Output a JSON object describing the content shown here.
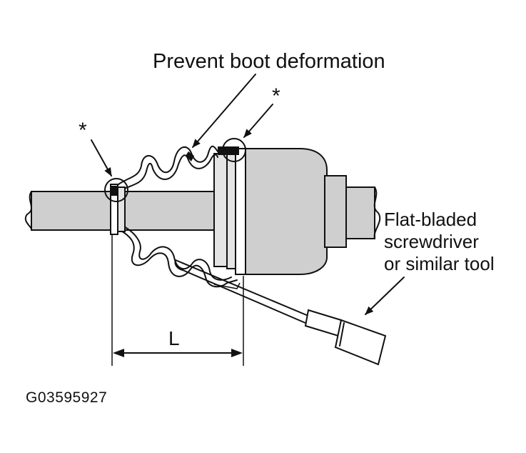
{
  "labels": {
    "title": "Prevent boot deformation",
    "tool_line1": "Flat-bladed",
    "tool_line2": "screwdriver",
    "tool_line3": "or similar tool",
    "star_left": "*",
    "star_right": "*",
    "dimension": "L",
    "figure_code": "G03595927"
  },
  "colors": {
    "line": "#111111",
    "shaft_fill": "#cfcfcf",
    "housing_fill": "#cfcfcf",
    "background": "#ffffff"
  }
}
